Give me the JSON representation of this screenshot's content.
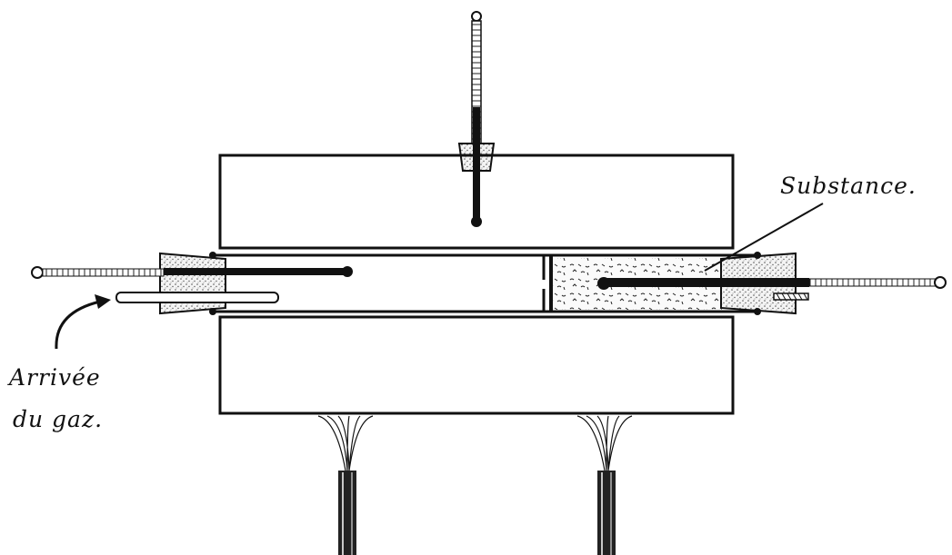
{
  "labels": {
    "substance": "Substance.",
    "arrivee_line1": "Arrivée",
    "arrivee_line2": "du gaz."
  },
  "colors": {
    "ink": "#111111",
    "paper": "#ffffff",
    "stipple": "#555555"
  }
}
